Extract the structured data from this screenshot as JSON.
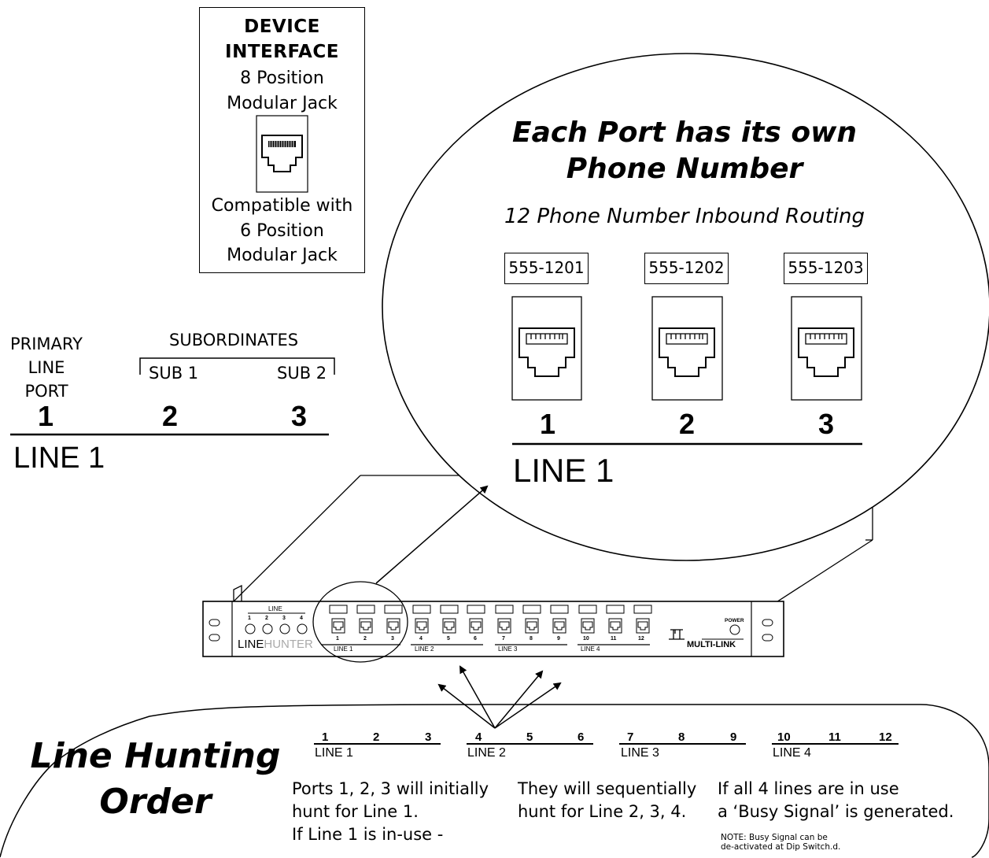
{
  "device_interface": {
    "title_line1": "DEVICE",
    "title_line2": "INTERFACE",
    "spec_line1": "8 Position",
    "spec_line2": "Modular Jack",
    "compat_line1": "Compatible with",
    "compat_line2": "6 Position",
    "compat_line3": "Modular Jack"
  },
  "ports_diagram": {
    "primary_line1": "PRIMARY",
    "primary_line2": "LINE",
    "primary_line3": "PORT",
    "subordinates_label": "SUBORDINATES",
    "sub1": "SUB 1",
    "sub2": "SUB 2",
    "port_numbers": [
      "1",
      "2",
      "3"
    ],
    "line_label": "LINE 1"
  },
  "callout": {
    "title_line1": "Each Port has its own",
    "title_line2": "Phone Number",
    "subtitle": "12 Phone Number Inbound Routing",
    "phone_numbers": [
      "555-1201",
      "555-1202",
      "555-1203"
    ],
    "port_numbers": [
      "1",
      "2",
      "3"
    ],
    "line_label": "LINE 1"
  },
  "panel": {
    "line_header": "LINE",
    "led_numbers": [
      "1",
      "2",
      "3",
      "4"
    ],
    "brand_left": "LINE",
    "brand_right": "HUNTER",
    "port_numbers": [
      "1",
      "2",
      "3",
      "4",
      "5",
      "6",
      "7",
      "8",
      "9",
      "10",
      "11",
      "12"
    ],
    "group_labels": [
      "LINE 1",
      "LINE 2",
      "LINE 3",
      "LINE 4"
    ],
    "power_label": "POWER",
    "logo_text": "MULTI-LINK"
  },
  "hunting": {
    "title_line1": "Line Hunting",
    "title_line2": "Order",
    "groups": [
      {
        "ports": [
          "1",
          "2",
          "3"
        ],
        "label": "LINE 1"
      },
      {
        "ports": [
          "4",
          "5",
          "6"
        ],
        "label": "LINE 2"
      },
      {
        "ports": [
          "7",
          "8",
          "9"
        ],
        "label": "LINE 3"
      },
      {
        "ports": [
          "10",
          "11",
          "12"
        ],
        "label": "LINE 4"
      }
    ],
    "desc1_line1": "Ports 1, 2, 3 will initially",
    "desc1_line2": "hunt for Line 1.",
    "desc1_line3": "If Line 1 is in-use -",
    "desc2_line1": "They will sequentially",
    "desc2_line2": "hunt for Line 2, 3, 4.",
    "desc3_line1": "If all 4 lines are in use",
    "desc3_line2": "a ‘Busy Signal’ is generated.",
    "note_line1": "NOTE:  Busy Signal can be",
    "note_line2": "de-activated at Dip Switch.d."
  }
}
